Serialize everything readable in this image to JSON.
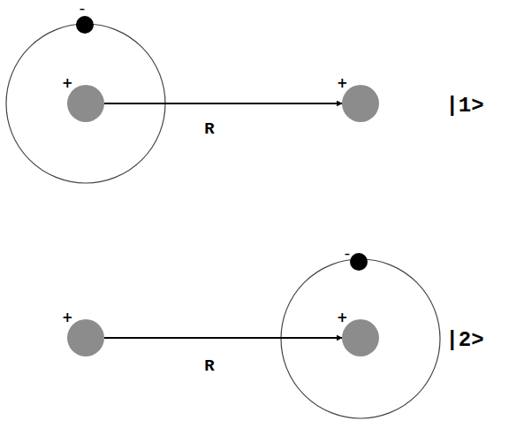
{
  "diagram": {
    "nodes": [
      {
        "text": [
          "+"
        ]
      },
      {
        "text": [
          "+"
        ]
      },
      {
        "text": [
          "+"
        ]
      },
      {
        "text": [
          "+"
        ]
      }
    ],
    "edges": [
      {
        "from": 0,
        "to": 1,
        "arrow": "to"
      },
      {
        "from": 2,
        "to": 3,
        "arrow": "to"
      }
    ],
    "labels": [
      "-",
      "R",
      "|1>",
      "-",
      "R",
      "|2>"
    ]
  }
}
